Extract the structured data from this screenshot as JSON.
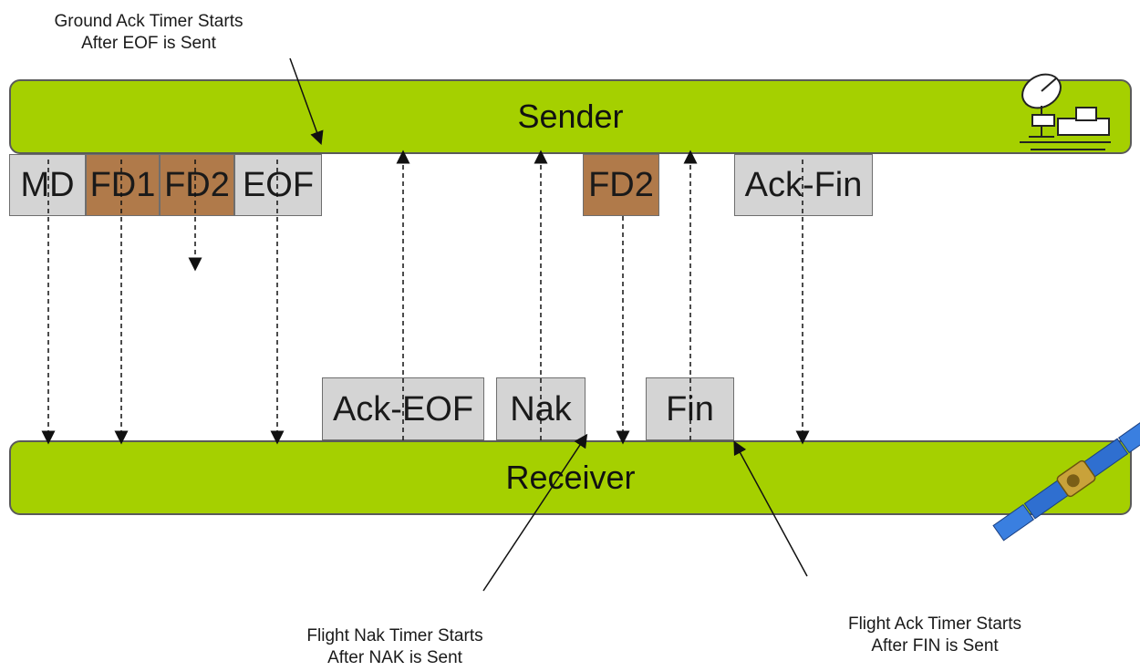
{
  "sender": {
    "label": "Sender"
  },
  "receiver": {
    "label": "Receiver"
  },
  "sender_packets": [
    "MD",
    "FD1",
    "FD2",
    "EOF",
    "FD2",
    "Ack-Fin"
  ],
  "receiver_packets": [
    "Ack-EOF",
    "Nak",
    "Fin"
  ],
  "notes": {
    "ground_ack": {
      "line1": "Ground Ack Timer Starts",
      "line2": "After EOF is Sent"
    },
    "flight_nak": {
      "line1": "Flight Nak Timer Starts",
      "line2": "After NAK is Sent"
    },
    "flight_ack": {
      "line1": "Flight Ack Timer Starts",
      "line2": "After FIN is Sent"
    }
  },
  "colors": {
    "bar": "#a5d000",
    "packet_gray": "#d4d4d4",
    "packet_brown": "#b07a4a"
  },
  "icons": [
    "ground-station-icon",
    "satellite-icon"
  ]
}
